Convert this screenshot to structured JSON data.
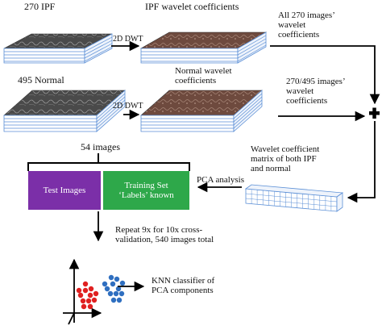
{
  "labels": {
    "ipf_stack": "270 IPF",
    "ipf_wavelet": "IPF wavelet coefficients",
    "normal_stack": "495 Normal",
    "normal_wavelet": "Normal wavelet\ncoefficients",
    "dwt_top": "2D DWT",
    "dwt_bottom": "2D DWT",
    "all_270": "All 270 images’\nwavelet\ncoefficients",
    "sub_270_495": "270/495 images’\nwavelet\ncoefficients",
    "matrix": "Wavelet coefficient\nmatrix of both IPF\nand normal",
    "pca_analysis": "PCA analysis",
    "images_54": "54 images",
    "repeat": "Repeat 9x for 10x cross-\nvalidation, 540 images total",
    "knn": "KNN classifier of\nPCA components"
  },
  "boxes": {
    "test": "Test Images",
    "training": "Training Set\n‘Labels’ known"
  },
  "colors": {
    "test_box": "#7b2fa8",
    "training_box": "#2ea84a",
    "stack_edge": "#5b8fd6",
    "matrix_edge": "#5b8fd6",
    "ipf_points": "#e02020",
    "normal_points": "#2f6fc0"
  }
}
